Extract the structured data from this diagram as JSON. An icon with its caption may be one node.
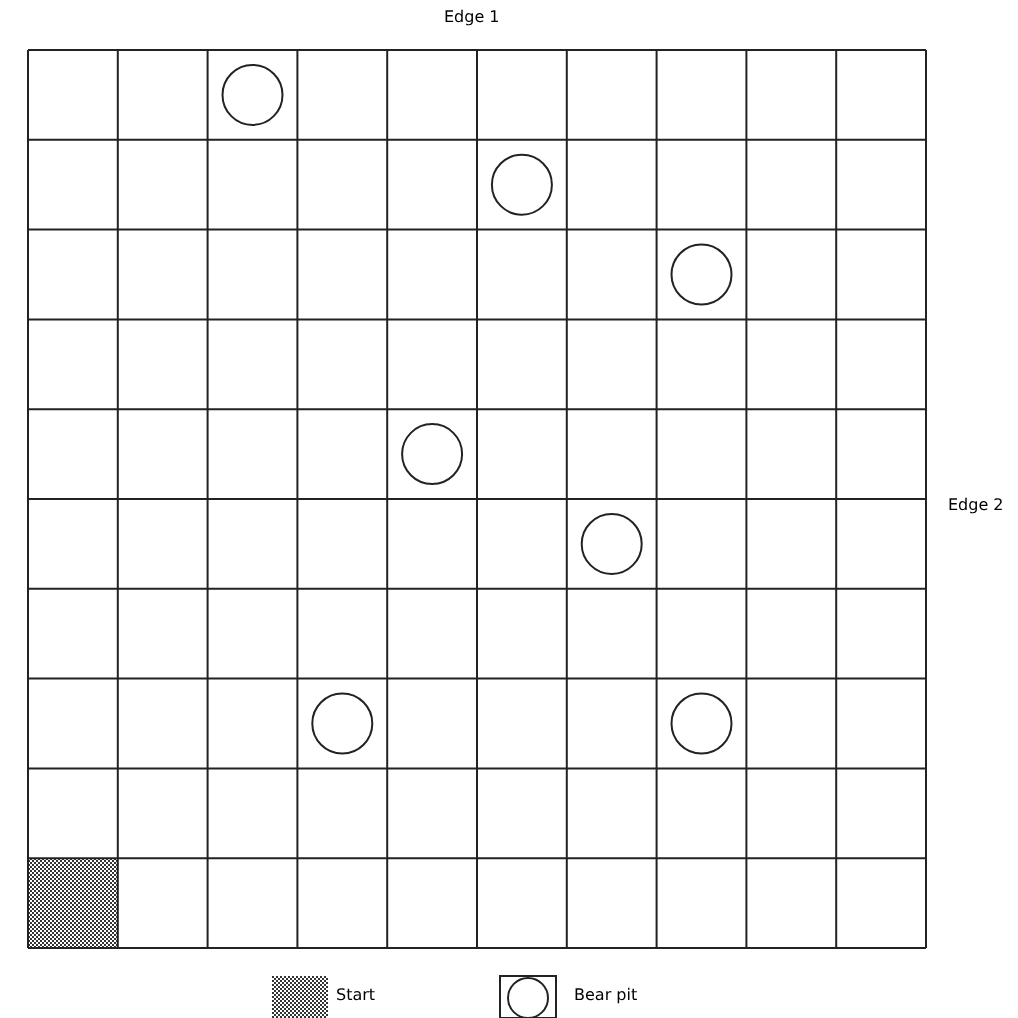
{
  "diagram": {
    "labels": [
      "Edge 1",
      "Edge 2"
    ],
    "legend": [
      {
        "text": "Start"
      },
      {
        "text": "Bear pit"
      }
    ]
  }
}
